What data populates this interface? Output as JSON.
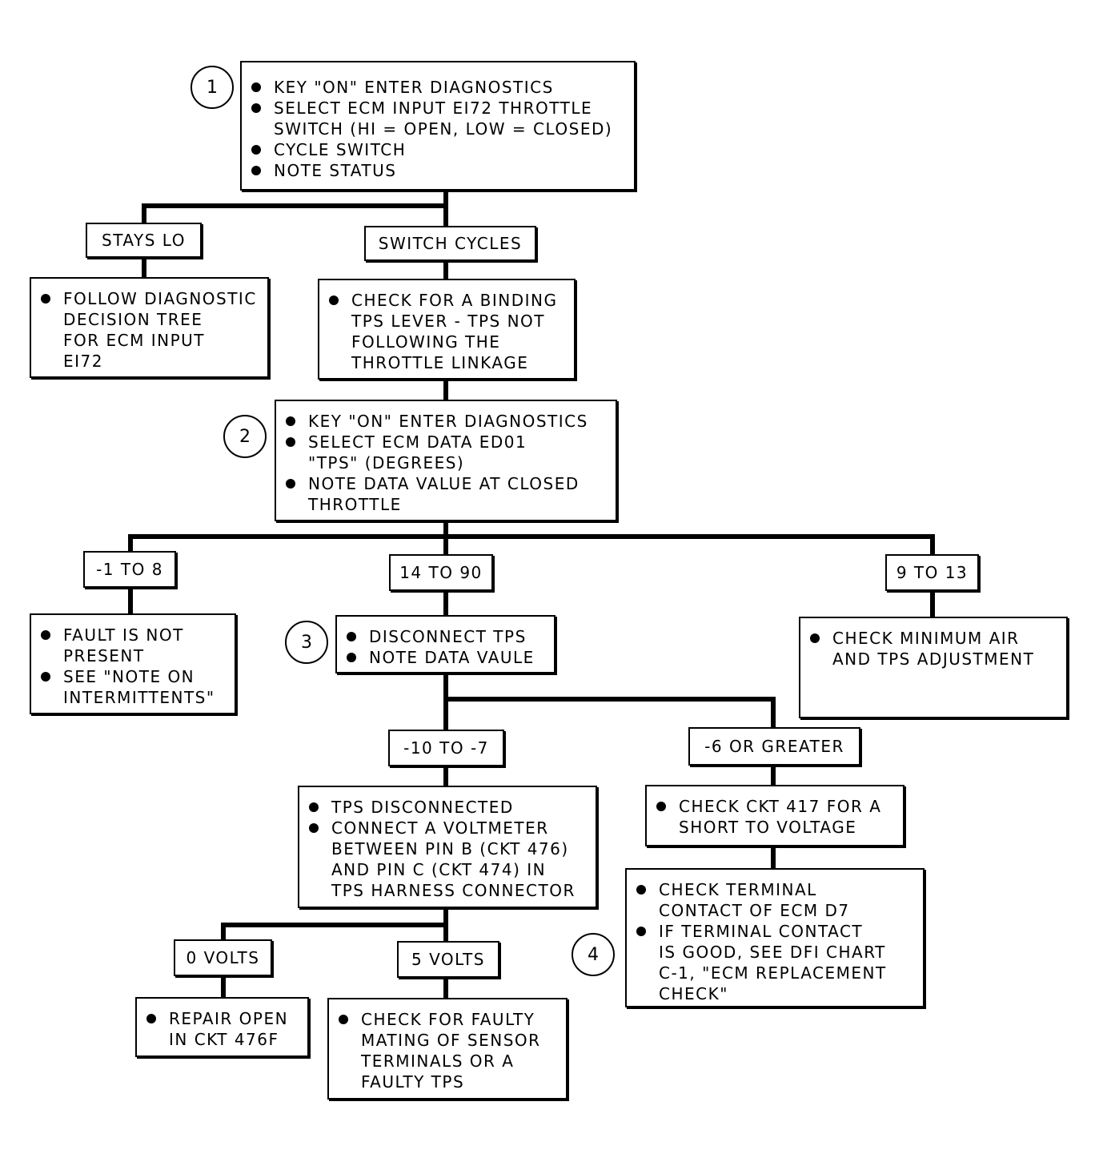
{
  "step_markers": [
    "1",
    "2",
    "3",
    "4"
  ],
  "step1": {
    "lines": [
      {
        "bullet": true,
        "text": "KEY \"ON\" ENTER DIAGNOSTICS"
      },
      {
        "bullet": true,
        "text": "SELECT ECM INPUT EI72 THROTTLE"
      },
      {
        "bullet": false,
        "text": "SWITCH (HI = OPEN, LOW = CLOSED)"
      },
      {
        "bullet": true,
        "text": "CYCLE SWITCH"
      },
      {
        "bullet": true,
        "text": "NOTE STATUS"
      }
    ]
  },
  "stays_lo": {
    "label": "STAYS LO",
    "lines": [
      {
        "bullet": true,
        "text": "FOLLOW DIAGNOSTIC"
      },
      {
        "bullet": false,
        "text": "DECISION TREE"
      },
      {
        "bullet": false,
        "text": "FOR ECM INPUT"
      },
      {
        "bullet": false,
        "text": "EI72"
      }
    ]
  },
  "switch_cycles": {
    "label": "SWITCH CYCLES",
    "lines": [
      {
        "bullet": true,
        "text": "CHECK FOR A BINDING"
      },
      {
        "bullet": false,
        "text": "TPS LEVER - TPS NOT"
      },
      {
        "bullet": false,
        "text": "FOLLOWING THE"
      },
      {
        "bullet": false,
        "text": "THROTTLE LINKAGE"
      }
    ]
  },
  "step2": {
    "lines": [
      {
        "bullet": true,
        "text": "KEY \"ON\" ENTER DIAGNOSTICS"
      },
      {
        "bullet": true,
        "text": "SELECT ECM DATA ED01"
      },
      {
        "bullet": false,
        "text": "\"TPS\" (DEGREES)"
      },
      {
        "bullet": true,
        "text": "NOTE DATA VALUE AT CLOSED"
      },
      {
        "bullet": false,
        "text": "THROTTLE"
      }
    ]
  },
  "range_low": {
    "label": "-1 TO 8",
    "lines": [
      {
        "bullet": true,
        "text": "FAULT IS NOT"
      },
      {
        "bullet": false,
        "text": "PRESENT"
      },
      {
        "bullet": true,
        "text": "SEE \"NOTE ON"
      },
      {
        "bullet": false,
        "text": "INTERMITTENTS\""
      }
    ]
  },
  "range_high": {
    "label": "14 TO 90",
    "lines": [
      {
        "bullet": true,
        "text": "DISCONNECT TPS"
      },
      {
        "bullet": true,
        "text": "NOTE DATA VAULE"
      }
    ]
  },
  "range_mid": {
    "label": "9 TO 13",
    "lines": [
      {
        "bullet": true,
        "text": "CHECK MINIMUM AIR"
      },
      {
        "bullet": false,
        "text": "AND TPS ADJUSTMENT"
      }
    ]
  },
  "neg_low": {
    "label": "-10 TO -7",
    "lines": [
      {
        "bullet": true,
        "text": "TPS DISCONNECTED"
      },
      {
        "bullet": true,
        "text": "CONNECT A VOLTMETER"
      },
      {
        "bullet": false,
        "text": "BETWEEN PIN B (CKT 476)"
      },
      {
        "bullet": false,
        "text": "AND PIN C (CKT 474) IN"
      },
      {
        "bullet": false,
        "text": "TPS HARNESS CONNECTOR"
      }
    ]
  },
  "neg_high": {
    "label": "-6 OR GREATER",
    "lines": [
      {
        "bullet": true,
        "text": "CHECK CKT 417 FOR A"
      },
      {
        "bullet": false,
        "text": "SHORT TO VOLTAGE"
      }
    ]
  },
  "ecm_check": {
    "lines": [
      {
        "bullet": true,
        "text": "CHECK TERMINAL"
      },
      {
        "bullet": false,
        "text": "CONTACT OF ECM  D7"
      },
      {
        "bullet": true,
        "text": "IF TERMINAL CONTACT"
      },
      {
        "bullet": false,
        "text": "IS GOOD, SEE DFI CHART"
      },
      {
        "bullet": false,
        "text": "C-1, \"ECM REPLACEMENT"
      },
      {
        "bullet": false,
        "text": "CHECK\""
      }
    ]
  },
  "zero_volts": {
    "label": "0 VOLTS",
    "lines": [
      {
        "bullet": true,
        "text": "REPAIR OPEN"
      },
      {
        "bullet": false,
        "text": "IN CKT 476F"
      }
    ]
  },
  "five_volts": {
    "label": "5 VOLTS",
    "lines": [
      {
        "bullet": true,
        "text": "CHECK FOR FAULTY"
      },
      {
        "bullet": false,
        "text": "MATING OF SENSOR"
      },
      {
        "bullet": false,
        "text": "TERMINALS OR A"
      },
      {
        "bullet": false,
        "text": "FAULTY TPS"
      }
    ]
  }
}
